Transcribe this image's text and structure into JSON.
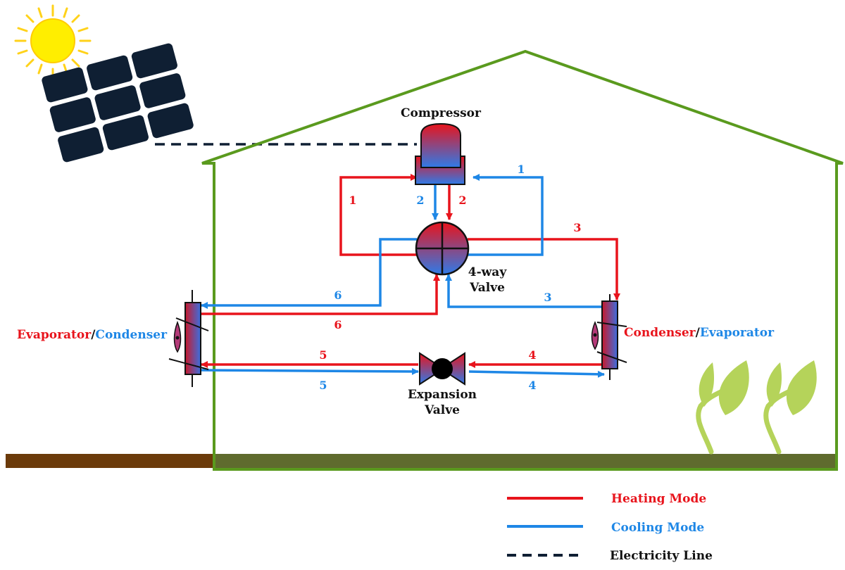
{
  "components": {
    "compressor": "Compressor",
    "four_way_valve_line1": "4-way",
    "four_way_valve_line2": "Valve",
    "expansion_valve_line1": "Expansion",
    "expansion_valve_line2": "Valve"
  },
  "exchangers": {
    "left": {
      "heating_role": "Evaporator",
      "separator": "/",
      "cooling_role": "Condenser"
    },
    "right": {
      "heating_role": "Condenser",
      "separator": "/",
      "cooling_role": "Evaporator"
    }
  },
  "flow_labels": {
    "heating": [
      "1",
      "2",
      "3",
      "4",
      "5",
      "6"
    ],
    "cooling": [
      "1",
      "2",
      "3",
      "4",
      "5",
      "6"
    ]
  },
  "legend": {
    "heating": "Heating Mode",
    "cooling": "Cooling Mode",
    "electricity": "Electricity Line"
  },
  "colors": {
    "heating": "#e8141c",
    "cooling": "#1e87e6",
    "house": "#5a9a1e",
    "ground": "#6b3a0a",
    "floor": "#5f6b2e",
    "panel": "#0f1f33",
    "sun": "#ffee00",
    "plant": "#b5d35a"
  }
}
